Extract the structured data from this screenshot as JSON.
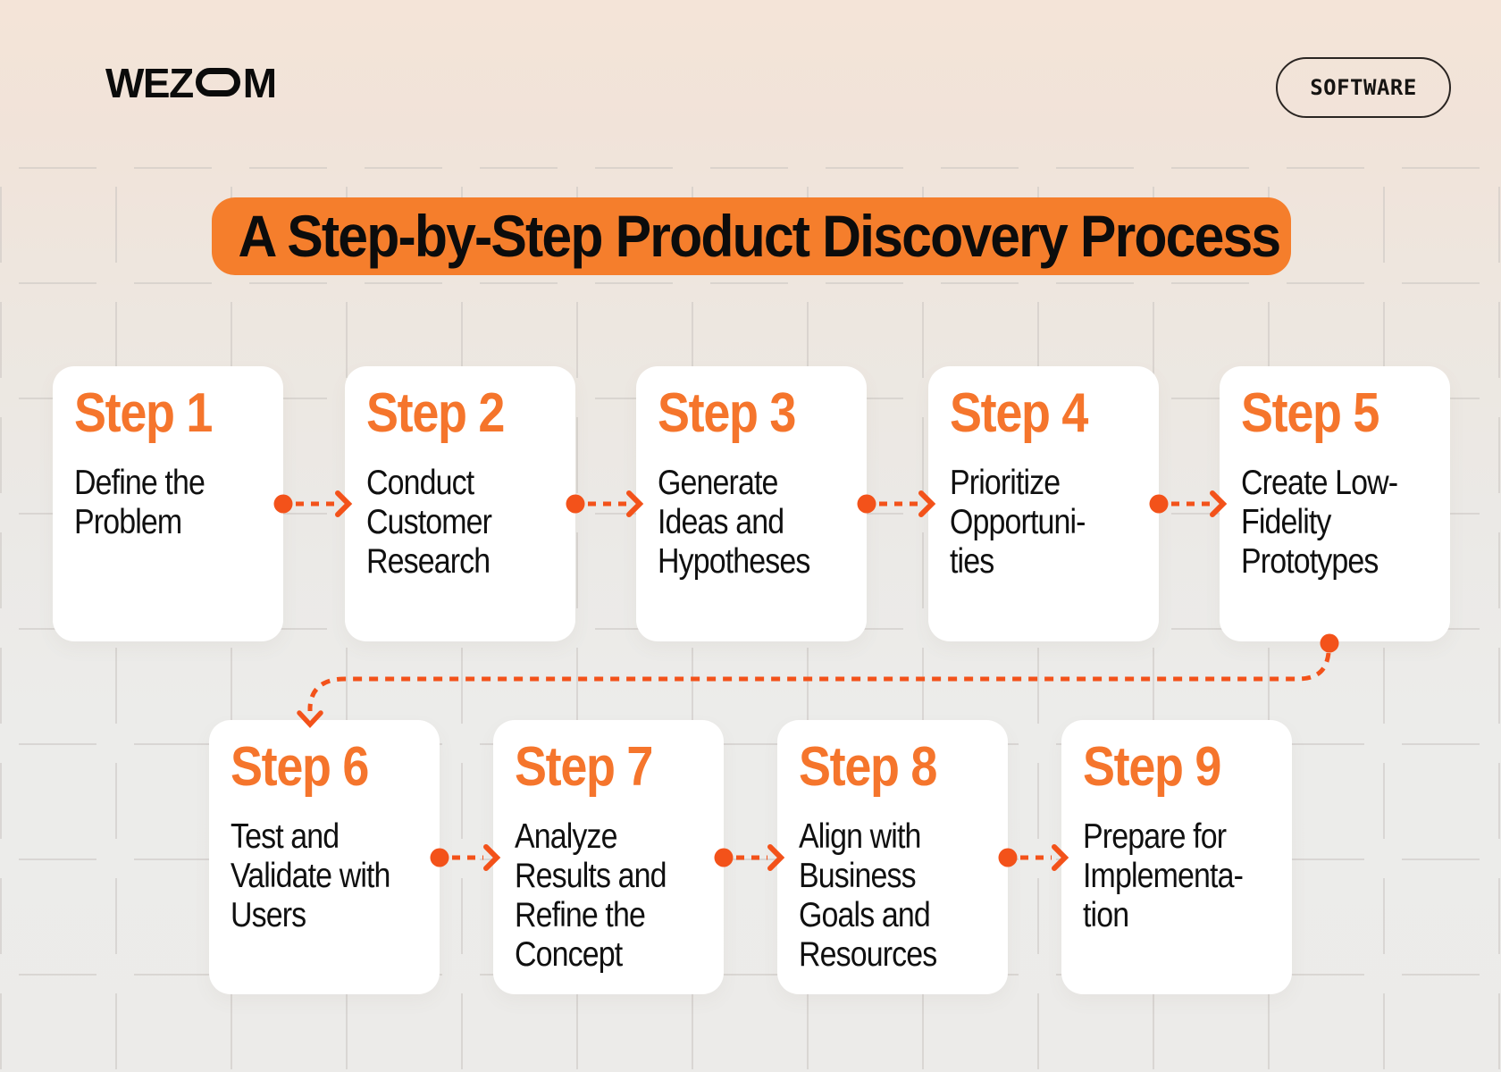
{
  "brand": {
    "logo_text": "WEZOM",
    "logo_prefix": "WEZ",
    "logo_suffix": "M",
    "badge_label": "SOFTWARE"
  },
  "title": "A Step-by-Step Product Discovery Process",
  "steps": [
    {
      "title": "Step 1",
      "description": "Define the\nProblem"
    },
    {
      "title": "Step 2",
      "description": "Conduct\nCustomer\nResearch"
    },
    {
      "title": "Step 3",
      "description": "Generate\nIdeas and\nHypotheses"
    },
    {
      "title": "Step 4",
      "description": "Prioritize\nOpportuni-\nties"
    },
    {
      "title": "Step 5",
      "description": "Create Low-\nFidelity\nPrototypes"
    },
    {
      "title": "Step 6",
      "description": "Test and\nValidate with\nUsers"
    },
    {
      "title": "Step 7",
      "description": "Analyze\nResults and\nRefine the\nConcept"
    },
    {
      "title": "Step 8",
      "description": "Align with\nBusiness\nGoals and\nResources"
    },
    {
      "title": "Step 9",
      "description": "Prepare for\nImplementa-\ntion"
    }
  ],
  "flow": {
    "type": "sequential",
    "connector_style": "dashed-orange-arrow",
    "wrap_after_step": "Step 5"
  },
  "colors": {
    "banner_orange": "#f57e2c",
    "step_heading_orange": "#f5752c",
    "arrow_orange": "#f3521a",
    "card_white": "#ffffff",
    "text_black": "#101010",
    "background_top_peach": "#f4e4d8",
    "background_bottom_gray": "#ececea",
    "grid_line_gray": "#c9c5c0"
  }
}
